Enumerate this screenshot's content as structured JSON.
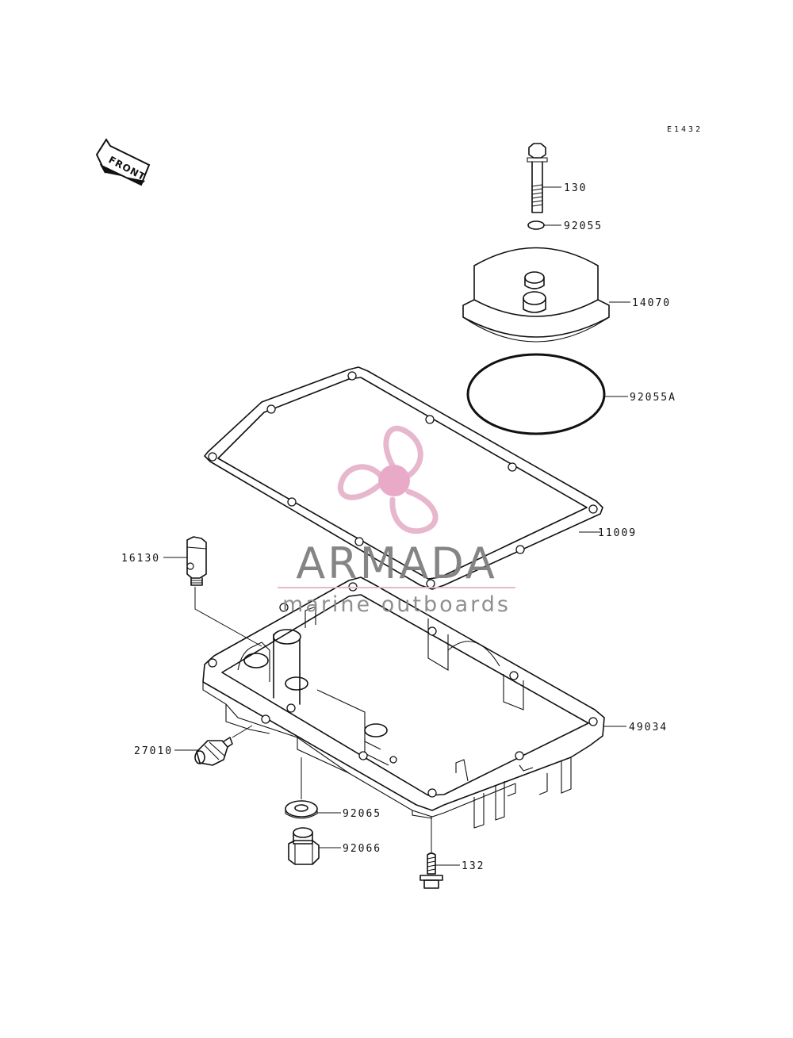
{
  "diagram_code": "E1432",
  "front_label": "FRONT",
  "parts": [
    {
      "number": "130"
    },
    {
      "number": "92055"
    },
    {
      "number": "14070"
    },
    {
      "number": "92055A"
    },
    {
      "number": "11009"
    },
    {
      "number": "16130"
    },
    {
      "number": "49034"
    },
    {
      "number": "27010"
    },
    {
      "number": "92065"
    },
    {
      "number": "92066"
    },
    {
      "number": "132"
    }
  ],
  "watermark": {
    "title": "ARMADA",
    "subtitle": "marine outboards",
    "logo_icon": "propeller-logo-icon",
    "colors": {
      "pink": "#e6b4cc",
      "pink_center": "#e8a6c6",
      "gray": "#7f7f7f"
    }
  }
}
